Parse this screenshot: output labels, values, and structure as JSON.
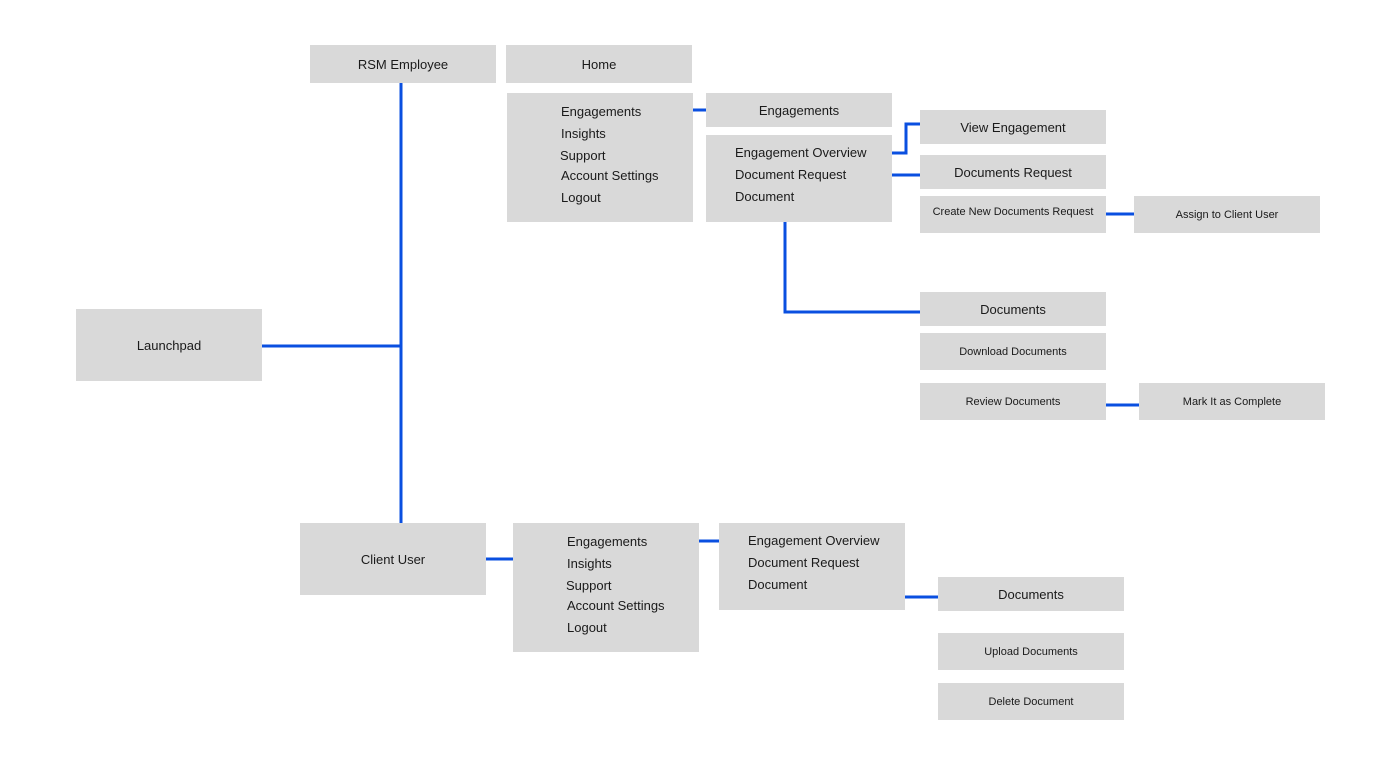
{
  "colors": {
    "box_fill": "#d9d9d9",
    "connector": "#0a4fe0",
    "background": "#ffffff",
    "text": "#1a1a1a"
  },
  "nodes": {
    "launchpad": "Launchpad",
    "rsm_employee": "RSM Employee",
    "client_user": "Client User",
    "home": "Home",
    "employee_nav": [
      "Engagements",
      "Insights",
      "Support",
      "Account Settings",
      "Logout"
    ],
    "engagements": "Engagements",
    "employee_engagement_menu": [
      "Engagement Overview",
      "Document Request",
      "Document"
    ],
    "view_engagement": "View Engagement",
    "documents_request": "Documents Request",
    "create_new_documents_request": "Create New Documents Request",
    "assign_to_client_user": "Assign to Client User",
    "employee_documents": "Documents",
    "download_documents": "Download Documents",
    "review_documents": "Review Documents",
    "mark_complete": "Mark It as Complete",
    "client_nav": [
      "Engagements",
      "Insights",
      "Support",
      "Account Settings",
      "Logout"
    ],
    "client_engagement_menu": [
      "Engagement Overview",
      "Document Request",
      "Document"
    ],
    "client_documents": "Documents",
    "upload_documents": "Upload Documents",
    "delete_document": "Delete Document"
  }
}
